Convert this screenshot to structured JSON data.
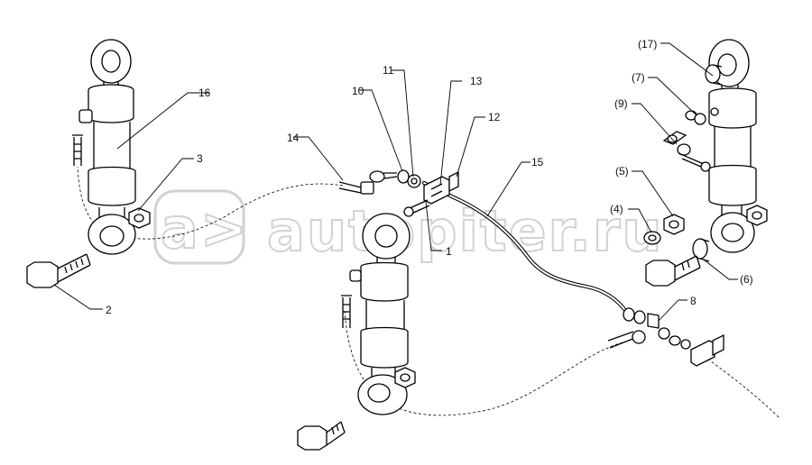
{
  "watermark": {
    "text": "autopiter.ru",
    "logo_text": "a>"
  },
  "callouts": [
    {
      "id": "c16",
      "text": "16"
    },
    {
      "id": "c3",
      "text": "3"
    },
    {
      "id": "c2",
      "text": "2"
    },
    {
      "id": "c14",
      "text": "14"
    },
    {
      "id": "c10",
      "text": "10"
    },
    {
      "id": "c11",
      "text": "11"
    },
    {
      "id": "c13",
      "text": "13"
    },
    {
      "id": "c12",
      "text": "12"
    },
    {
      "id": "c15",
      "text": "15"
    },
    {
      "id": "c1",
      "text": "1"
    },
    {
      "id": "c8",
      "text": "8"
    },
    {
      "id": "c17",
      "text": "(17)"
    },
    {
      "id": "c7",
      "text": "(7)"
    },
    {
      "id": "c9",
      "text": "(9)"
    },
    {
      "id": "c5",
      "text": "(5)"
    },
    {
      "id": "c4",
      "text": "(4)"
    },
    {
      "id": "c6",
      "text": "(6)"
    }
  ]
}
